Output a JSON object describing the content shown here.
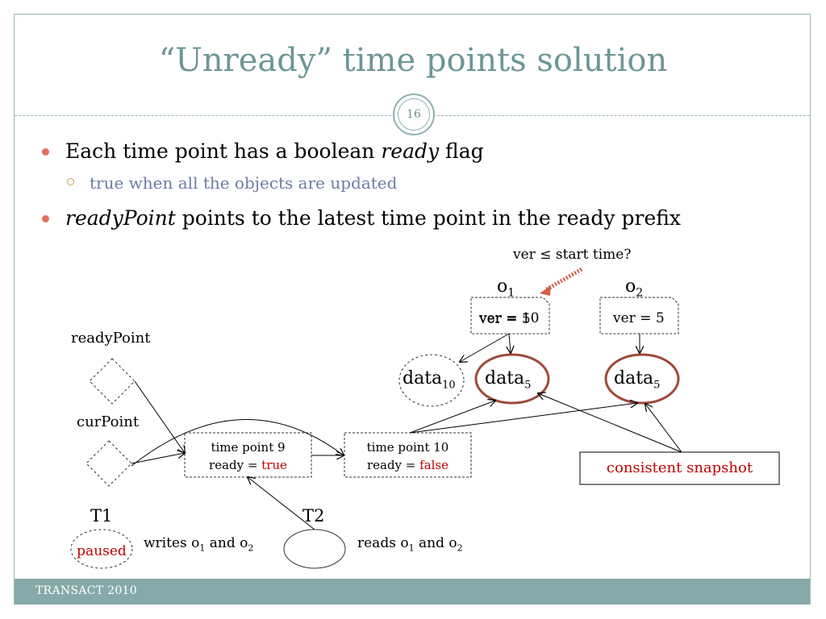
{
  "slide": {
    "title": "“Unready” time points solution",
    "page_number": "16",
    "footer": "TRANSACT 2010"
  },
  "bullets": [
    {
      "pre": "Each time point has a boolean ",
      "em": "ready",
      "post": " flag"
    },
    {
      "sub": "true when all the objects are updated"
    },
    {
      "em": "readyPoint",
      "post": " points to the latest time point in the ready prefix"
    }
  ],
  "diagram": {
    "annotation": "ver ≤ start time?",
    "objects": [
      {
        "name": "o",
        "sub": "1",
        "ver_text": "ver = 10",
        "ver_text_overlap": "ver = 5"
      },
      {
        "name": "o",
        "sub": "2",
        "ver_text": "ver = 5"
      }
    ],
    "data_nodes": [
      {
        "label": "data",
        "sub": "10"
      },
      {
        "label": "data",
        "sub": "5"
      },
      {
        "label": "data",
        "sub": "5"
      }
    ],
    "ready_point_label": "readyPoint",
    "cur_point_label": "curPoint",
    "time_points": [
      {
        "line1": "time point 9",
        "ready_prefix": "ready = ",
        "ready_value": "true"
      },
      {
        "line1": "time point 10",
        "ready_prefix": "ready = ",
        "ready_value": "false"
      }
    ],
    "consistent_snapshot": "consistent snapshot",
    "threads": [
      {
        "name": "T1",
        "state": "paused",
        "action_pre": "writes o",
        "s1": "1",
        "and": " and o",
        "s2": "2"
      },
      {
        "name": "T2",
        "state": "",
        "action_pre": "reads o",
        "s1": "1",
        "and": " and o",
        "s2": "2"
      }
    ]
  }
}
